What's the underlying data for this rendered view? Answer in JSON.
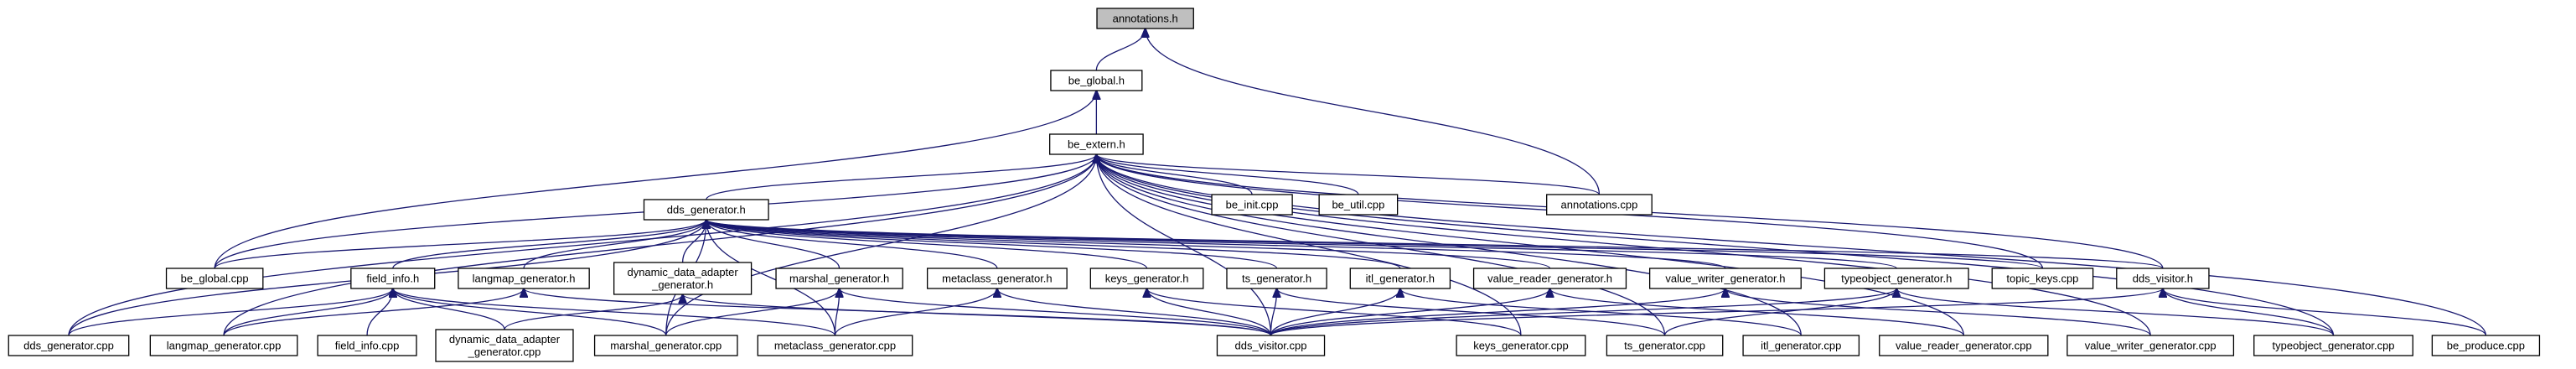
{
  "graph": {
    "nodes": [
      {
        "id": "annotations_h",
        "lines": [
          "annotations.h"
        ],
        "highlighted": true
      },
      {
        "id": "be_global_h",
        "lines": [
          "be_global.h"
        ]
      },
      {
        "id": "be_extern_h",
        "lines": [
          "be_extern.h"
        ]
      },
      {
        "id": "annotations_cpp",
        "lines": [
          "annotations.cpp"
        ]
      },
      {
        "id": "dds_generator_h",
        "lines": [
          "dds_generator.h"
        ]
      },
      {
        "id": "be_init_cpp",
        "lines": [
          "be_init.cpp"
        ]
      },
      {
        "id": "be_util_cpp",
        "lines": [
          "be_util.cpp"
        ]
      },
      {
        "id": "be_global_cpp",
        "lines": [
          "be_global.cpp"
        ]
      },
      {
        "id": "field_info_h",
        "lines": [
          "field_info.h"
        ]
      },
      {
        "id": "langmap_generator_h",
        "lines": [
          "langmap_generator.h"
        ]
      },
      {
        "id": "dynamic_data_adapter_generator_h",
        "lines": [
          "dynamic_data_adapter",
          "_generator.h"
        ]
      },
      {
        "id": "marshal_generator_h",
        "lines": [
          "marshal_generator.h"
        ]
      },
      {
        "id": "metaclass_generator_h",
        "lines": [
          "metaclass_generator.h"
        ]
      },
      {
        "id": "keys_generator_h",
        "lines": [
          "keys_generator.h"
        ]
      },
      {
        "id": "ts_generator_h",
        "lines": [
          "ts_generator.h"
        ]
      },
      {
        "id": "itl_generator_h",
        "lines": [
          "itl_generator.h"
        ]
      },
      {
        "id": "value_reader_generator_h",
        "lines": [
          "value_reader_generator.h"
        ]
      },
      {
        "id": "value_writer_generator_h",
        "lines": [
          "value_writer_generator.h"
        ]
      },
      {
        "id": "typeobject_generator_h",
        "lines": [
          "typeobject_generator.h"
        ]
      },
      {
        "id": "topic_keys_cpp",
        "lines": [
          "topic_keys.cpp"
        ]
      },
      {
        "id": "dds_visitor_h",
        "lines": [
          "dds_visitor.h"
        ]
      },
      {
        "id": "dds_generator_cpp",
        "lines": [
          "dds_generator.cpp"
        ]
      },
      {
        "id": "langmap_generator_cpp",
        "lines": [
          "langmap_generator.cpp"
        ]
      },
      {
        "id": "field_info_cpp",
        "lines": [
          "field_info.cpp"
        ]
      },
      {
        "id": "dynamic_data_adapter_generator_cpp",
        "lines": [
          "dynamic_data_adapter",
          "_generator.cpp"
        ]
      },
      {
        "id": "marshal_generator_cpp",
        "lines": [
          "marshal_generator.cpp"
        ]
      },
      {
        "id": "metaclass_generator_cpp",
        "lines": [
          "metaclass_generator.cpp"
        ]
      },
      {
        "id": "dds_visitor_cpp",
        "lines": [
          "dds_visitor.cpp"
        ]
      },
      {
        "id": "keys_generator_cpp",
        "lines": [
          "keys_generator.cpp"
        ]
      },
      {
        "id": "ts_generator_cpp",
        "lines": [
          "ts_generator.cpp"
        ]
      },
      {
        "id": "itl_generator_cpp",
        "lines": [
          "itl_generator.cpp"
        ]
      },
      {
        "id": "value_reader_generator_cpp",
        "lines": [
          "value_reader_generator.cpp"
        ]
      },
      {
        "id": "value_writer_generator_cpp",
        "lines": [
          "value_writer_generator.cpp"
        ]
      },
      {
        "id": "typeobject_generator_cpp",
        "lines": [
          "typeobject_generator.cpp"
        ]
      },
      {
        "id": "be_produce_cpp",
        "lines": [
          "be_produce.cpp"
        ]
      }
    ],
    "edges": [
      [
        "be_global_h",
        "annotations_h"
      ],
      [
        "annotations_cpp",
        "annotations_h"
      ],
      [
        "be_extern_h",
        "be_global_h"
      ],
      [
        "be_global_cpp",
        "be_global_h"
      ],
      [
        "annotations_cpp",
        "be_extern_h"
      ],
      [
        "dds_generator_h",
        "be_extern_h"
      ],
      [
        "be_init_cpp",
        "be_extern_h"
      ],
      [
        "be_util_cpp",
        "be_extern_h"
      ],
      [
        "be_global_cpp",
        "be_extern_h"
      ],
      [
        "langmap_generator_cpp",
        "be_extern_h"
      ],
      [
        "dds_generator_cpp",
        "be_extern_h"
      ],
      [
        "marshal_generator_cpp",
        "be_extern_h"
      ],
      [
        "topic_keys_cpp",
        "be_extern_h"
      ],
      [
        "dds_visitor_h",
        "be_extern_h"
      ],
      [
        "dds_visitor_cpp",
        "be_extern_h"
      ],
      [
        "keys_generator_cpp",
        "be_extern_h"
      ],
      [
        "ts_generator_cpp",
        "be_extern_h"
      ],
      [
        "itl_generator_cpp",
        "be_extern_h"
      ],
      [
        "value_reader_generator_cpp",
        "be_extern_h"
      ],
      [
        "value_writer_generator_cpp",
        "be_extern_h"
      ],
      [
        "typeobject_generator_cpp",
        "be_extern_h"
      ],
      [
        "be_produce_cpp",
        "be_extern_h"
      ],
      [
        "be_global_cpp",
        "dds_generator_h"
      ],
      [
        "field_info_h",
        "dds_generator_h"
      ],
      [
        "langmap_generator_h",
        "dds_generator_h"
      ],
      [
        "dynamic_data_adapter_generator_h",
        "dds_generator_h"
      ],
      [
        "marshal_generator_h",
        "dds_generator_h"
      ],
      [
        "metaclass_generator_h",
        "dds_generator_h"
      ],
      [
        "keys_generator_h",
        "dds_generator_h"
      ],
      [
        "ts_generator_h",
        "dds_generator_h"
      ],
      [
        "itl_generator_h",
        "dds_generator_h"
      ],
      [
        "value_reader_generator_h",
        "dds_generator_h"
      ],
      [
        "value_writer_generator_h",
        "dds_generator_h"
      ],
      [
        "typeobject_generator_h",
        "dds_generator_h"
      ],
      [
        "topic_keys_cpp",
        "dds_generator_h"
      ],
      [
        "dds_visitor_h",
        "dds_generator_h"
      ],
      [
        "dds_generator_cpp",
        "dds_generator_h"
      ],
      [
        "marshal_generator_cpp",
        "dds_generator_h"
      ],
      [
        "metaclass_generator_cpp",
        "dds_generator_h"
      ],
      [
        "dds_generator_cpp",
        "field_info_h"
      ],
      [
        "langmap_generator_cpp",
        "field_info_h"
      ],
      [
        "field_info_cpp",
        "field_info_h"
      ],
      [
        "dynamic_data_adapter_generator_cpp",
        "field_info_h"
      ],
      [
        "marshal_generator_cpp",
        "field_info_h"
      ],
      [
        "metaclass_generator_cpp",
        "field_info_h"
      ],
      [
        "langmap_generator_cpp",
        "langmap_generator_h"
      ],
      [
        "dds_visitor_cpp",
        "langmap_generator_h"
      ],
      [
        "dynamic_data_adapter_generator_cpp",
        "dynamic_data_adapter_generator_h"
      ],
      [
        "dds_visitor_cpp",
        "dynamic_data_adapter_generator_h"
      ],
      [
        "marshal_generator_cpp",
        "marshal_generator_h"
      ],
      [
        "metaclass_generator_cpp",
        "marshal_generator_h"
      ],
      [
        "dds_visitor_cpp",
        "marshal_generator_h"
      ],
      [
        "metaclass_generator_cpp",
        "metaclass_generator_h"
      ],
      [
        "dds_visitor_cpp",
        "metaclass_generator_h"
      ],
      [
        "dds_visitor_cpp",
        "keys_generator_h"
      ],
      [
        "keys_generator_cpp",
        "keys_generator_h"
      ],
      [
        "dds_visitor_cpp",
        "ts_generator_h"
      ],
      [
        "ts_generator_cpp",
        "ts_generator_h"
      ],
      [
        "dds_visitor_cpp",
        "itl_generator_h"
      ],
      [
        "itl_generator_cpp",
        "itl_generator_h"
      ],
      [
        "dds_visitor_cpp",
        "value_reader_generator_h"
      ],
      [
        "value_reader_generator_cpp",
        "value_reader_generator_h"
      ],
      [
        "dds_visitor_cpp",
        "value_writer_generator_h"
      ],
      [
        "value_writer_generator_cpp",
        "value_writer_generator_h"
      ],
      [
        "dds_visitor_cpp",
        "typeobject_generator_h"
      ],
      [
        "ts_generator_cpp",
        "typeobject_generator_h"
      ],
      [
        "typeobject_generator_cpp",
        "typeobject_generator_h"
      ],
      [
        "dds_visitor_cpp",
        "dds_visitor_h"
      ],
      [
        "typeobject_generator_cpp",
        "dds_visitor_h"
      ],
      [
        "be_produce_cpp",
        "dds_visitor_h"
      ]
    ]
  }
}
